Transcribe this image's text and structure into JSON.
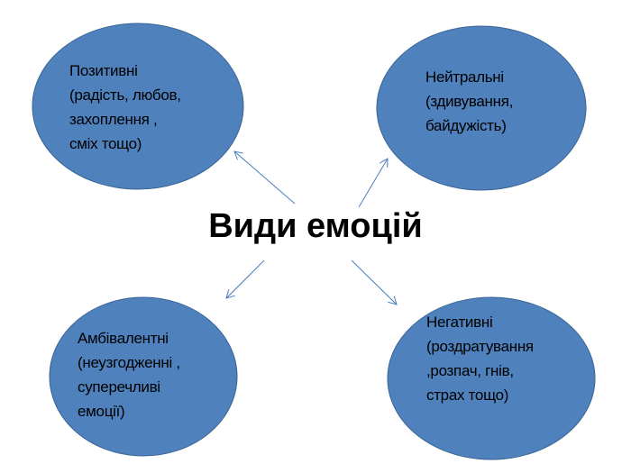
{
  "title": "Види емоцій",
  "colors": {
    "ellipse_fill": "#4f81bd",
    "ellipse_stroke": "#3a6595",
    "arrow": "#4a7ebb"
  },
  "nodes": [
    {
      "id": "positive",
      "lines": [
        "Позитивні",
        "(радість, любов,",
        "захоплення ,",
        "сміх тощо)"
      ]
    },
    {
      "id": "neutral",
      "lines": [
        "Нейтральні",
        "(здивування,",
        "байдужість)"
      ]
    },
    {
      "id": "ambivalent",
      "lines": [
        "Амбівалентні",
        "(неузгодженні ,",
        "суперечливі",
        "емоції)"
      ]
    },
    {
      "id": "negative",
      "lines": [
        "Негативні",
        "(роздратування",
        ",розпач, гнів,",
        "страх тощо)"
      ]
    }
  ]
}
